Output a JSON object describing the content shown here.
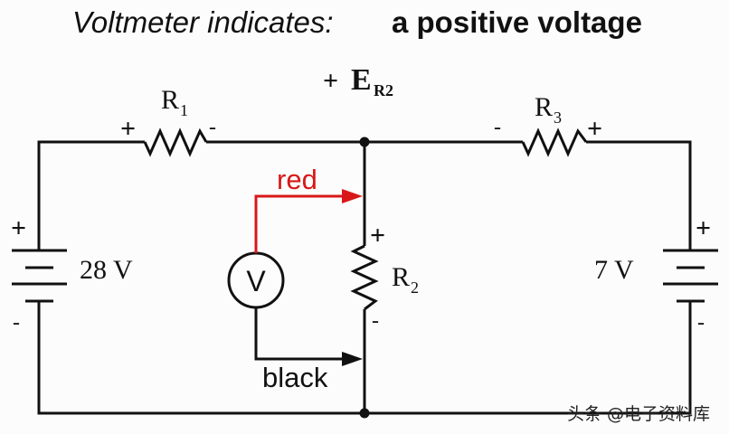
{
  "title": {
    "prefix": "Voltmeter indicates:",
    "value": "a positive voltage"
  },
  "measured_label": {
    "sign": "+",
    "symbol": "E",
    "subscript": "R2"
  },
  "components": {
    "r1": {
      "letter": "R",
      "subscript": "1",
      "left_polarity": "+",
      "right_polarity": "-"
    },
    "r2": {
      "letter": "R",
      "subscript": "2",
      "top_polarity": "+",
      "bottom_polarity": "-"
    },
    "r3": {
      "letter": "R",
      "subscript": "3",
      "left_polarity": "-",
      "right_polarity": "+"
    },
    "battery_left": {
      "voltage": "28 V",
      "top_polarity": "+",
      "bottom_polarity": "-"
    },
    "battery_right": {
      "voltage": "7 V",
      "top_polarity": "+",
      "bottom_polarity": "-"
    },
    "voltmeter": {
      "symbol": "V"
    }
  },
  "probes": {
    "red": {
      "label": "red",
      "color": "#d81818"
    },
    "black": {
      "label": "black",
      "color": "#111111"
    }
  },
  "watermark": "头条 @电子资料库"
}
